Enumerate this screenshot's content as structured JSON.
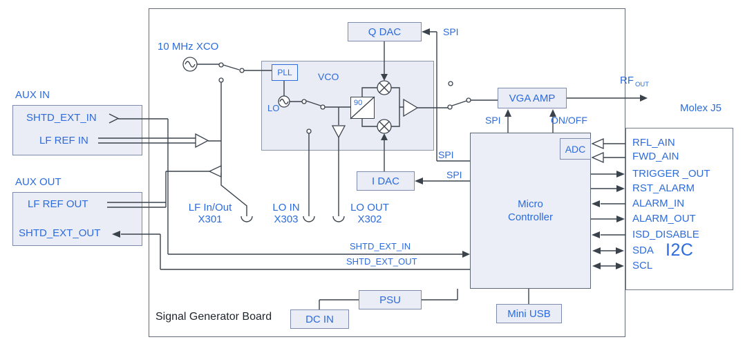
{
  "colors": {
    "accent_blue": "#2b6bdb",
    "line": "#3a424c",
    "box_fill": "#eaecf6"
  },
  "board": {
    "title": "Signal Generator Board"
  },
  "aux_in": {
    "title": "AUX IN",
    "shtd": "SHTD_EXT_IN",
    "lf": "LF REF IN"
  },
  "aux_out": {
    "title": "AUX OUT",
    "lf": "LF REF OUT",
    "shtd": "SHTD_EXT_OUT"
  },
  "xco": {
    "label": "10 MHz XCO"
  },
  "vco": {
    "label": "VCO",
    "pll": "PLL",
    "lo": "LO",
    "phase": "90"
  },
  "q_dac": {
    "label": "Q DAC",
    "spi": "SPI"
  },
  "i_dac": {
    "label": "I DAC",
    "spi": "SPI"
  },
  "spi_to_vco": {
    "label": "SPI"
  },
  "vga": {
    "label": "VGA AMP",
    "spi": "SPI",
    "onoff": "ON/OFF"
  },
  "rf": {
    "label": "RF",
    "sub": "OUT"
  },
  "micro": {
    "label": "Micro\nController",
    "adc": "ADC"
  },
  "molex": {
    "title": "Molex J5",
    "i2c": "I2C",
    "signals": [
      {
        "name": "RFL_AIN",
        "direction": "input-to-adc"
      },
      {
        "name": "FWD_AIN",
        "direction": "input-to-adc"
      },
      {
        "name": "TRIGGER _OUT",
        "direction": "output"
      },
      {
        "name": "RST_ALARM",
        "direction": "output"
      },
      {
        "name": "ALARM_IN",
        "direction": "input"
      },
      {
        "name": "ALARM_OUT",
        "direction": "output"
      },
      {
        "name": "ISD_DISABLE",
        "direction": "input"
      },
      {
        "name": "SDA",
        "direction": "bidirectional"
      },
      {
        "name": "SCL",
        "direction": "bidirectional"
      }
    ]
  },
  "connectors": [
    {
      "name": "LF In/Out",
      "ref": "X301"
    },
    {
      "name": "LO IN",
      "ref": "X303"
    },
    {
      "name": "LO OUT",
      "ref": "X302"
    }
  ],
  "internal_lines": {
    "shtd_in": "SHTD_EXT_IN",
    "shtd_out": "SHTD_EXT_OUT"
  },
  "power": {
    "psu": "PSU",
    "dc_in": "DC IN",
    "usb": "Mini USB"
  }
}
